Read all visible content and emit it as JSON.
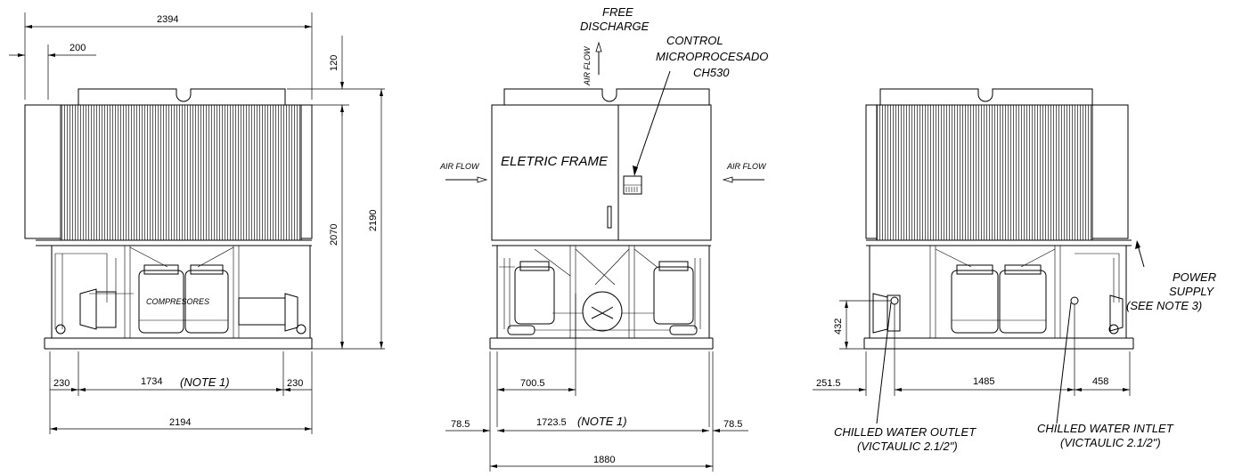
{
  "dimensions": {
    "left_total_width": "2394",
    "left_offset": "200",
    "left_top_clearance": "120",
    "left_coil_height": "2070",
    "left_total_height": "2190",
    "left_edge_a": "230",
    "left_center": "1734",
    "left_edge_b": "230",
    "left_base_width": "2194",
    "center_offset": "700.5",
    "center_edge_a": "78.5",
    "center_center": "1723.5",
    "center_edge_b": "78.5",
    "center_total": "1880",
    "right_height": "432",
    "right_offset": "251.5",
    "right_center": "1485",
    "right_edge": "458"
  },
  "labels": {
    "note1_left": "(NOTE 1)",
    "note1_center": "(NOTE 1)",
    "compressors": "COMPRESORES",
    "free_discharge_1": "FREE",
    "free_discharge_2": "DISCHARGE",
    "air_flow_top": "AIR FLOW",
    "air_flow_left": "AIR FLOW",
    "air_flow_right": "AIR FLOW",
    "control_1": "CONTROL",
    "control_2": "MICROPROCESADO",
    "control_3": "CH530",
    "electric_frame": "ELETRIC FRAME",
    "power_1": "POWER",
    "power_2": "SUPPLY",
    "power_3": "(SEE NOTE 3)",
    "outlet_1": "CHILLED WATER OUTLET",
    "outlet_2": "(VICTAULIC 2.1/2\")",
    "inlet_1": "CHILLED WATER INTLET",
    "inlet_2": "(VICTAULIC 2.1/2\")"
  }
}
